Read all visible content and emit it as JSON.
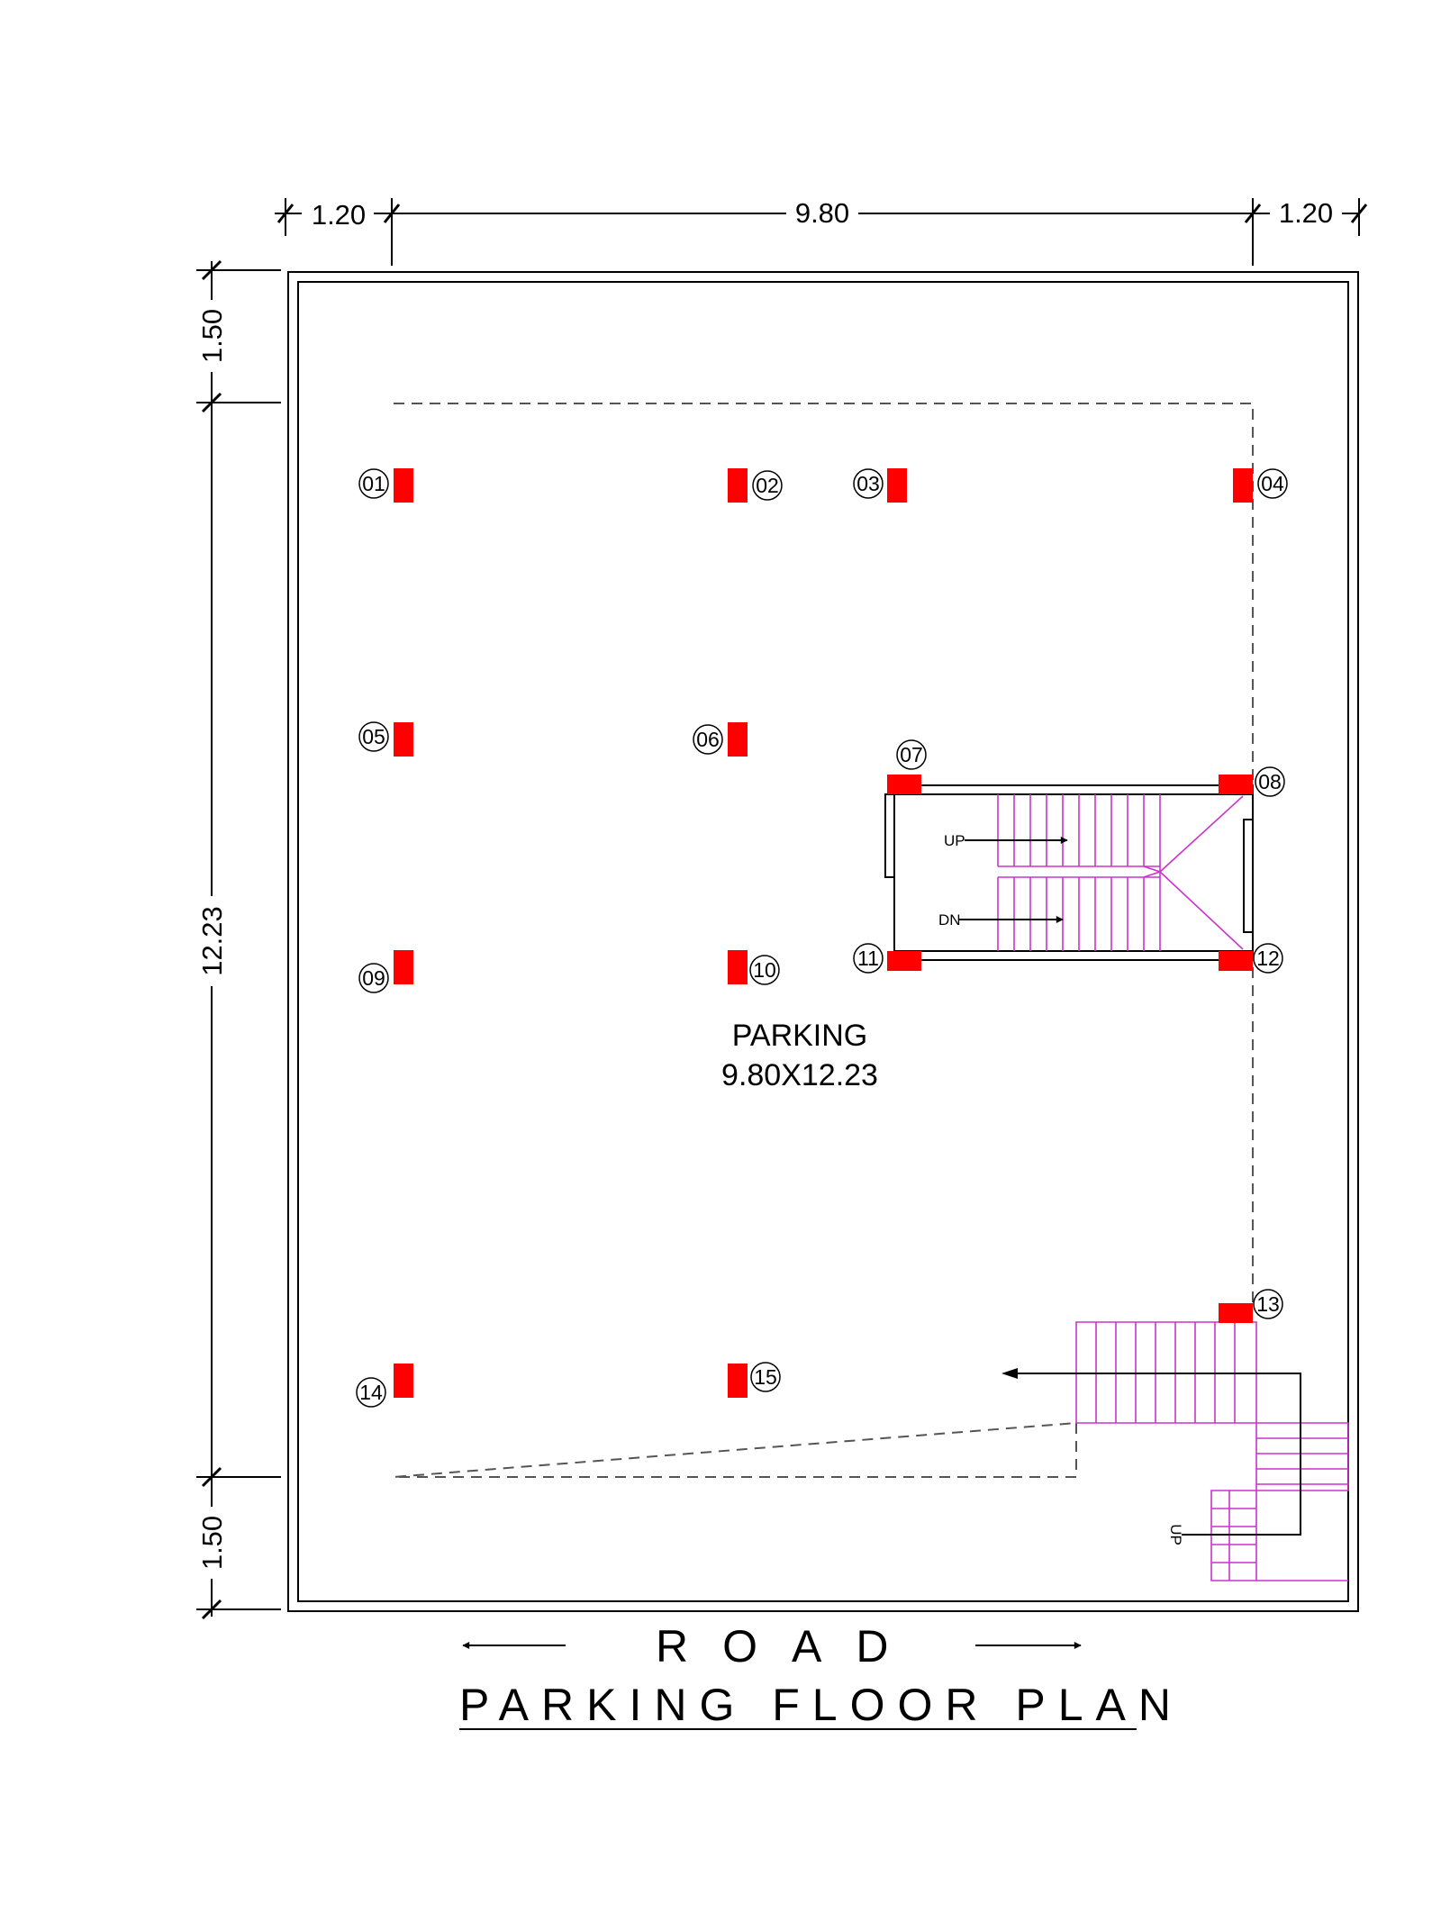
{
  "dimensions": {
    "top_left": "1.20",
    "top_middle": "9.80",
    "top_right": "1.20",
    "left_top": "1.50",
    "left_middle": "12.23",
    "left_bottom": "1.50"
  },
  "columns": [
    "01",
    "02",
    "03",
    "04",
    "05",
    "06",
    "07",
    "08",
    "09",
    "10",
    "11",
    "12",
    "13",
    "14",
    "15"
  ],
  "stair_labels": {
    "up": "UP",
    "down": "DN",
    "external_up": "UP"
  },
  "room": {
    "name": "PARKING",
    "size": "9.80X12.23"
  },
  "road_label": "ROAD",
  "title": "PARKING FLOOR PLAN",
  "colors": {
    "column": "#ff0000",
    "stair": "#cc33cc"
  }
}
